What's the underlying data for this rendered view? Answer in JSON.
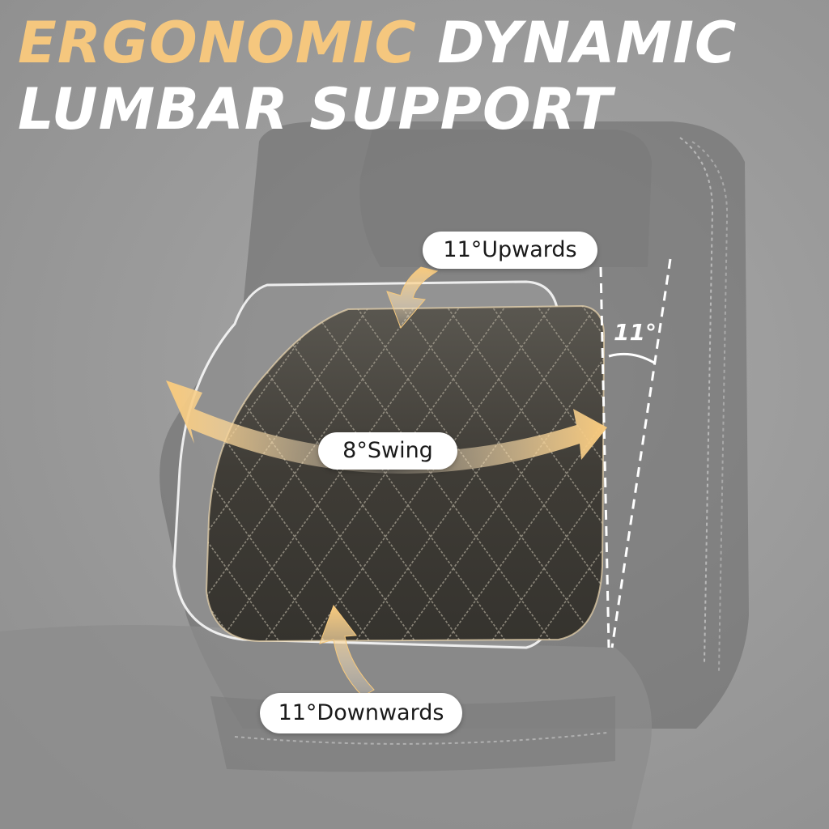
{
  "headline": {
    "line1_accent": "ERGONOMIC",
    "line1_rest": "DYNAMIC",
    "line2": "LUMBAR SUPPORT"
  },
  "labels": {
    "upwards": "11°Upwards",
    "swing": "8°Swing",
    "downwards": "11°Downwards",
    "angle": "11°"
  },
  "colors": {
    "accent": "#f5c77e",
    "text_white": "#ffffff",
    "background": "#9a9a9a",
    "chair": "#5e5e5e",
    "cushion": "#3e3c36",
    "arrow": "#f7c97c"
  },
  "icons": {
    "arrow_up": "curved-arrow-down-icon",
    "arrow_swing": "double-curved-arrow-icon",
    "arrow_down": "curved-arrow-up-icon"
  }
}
